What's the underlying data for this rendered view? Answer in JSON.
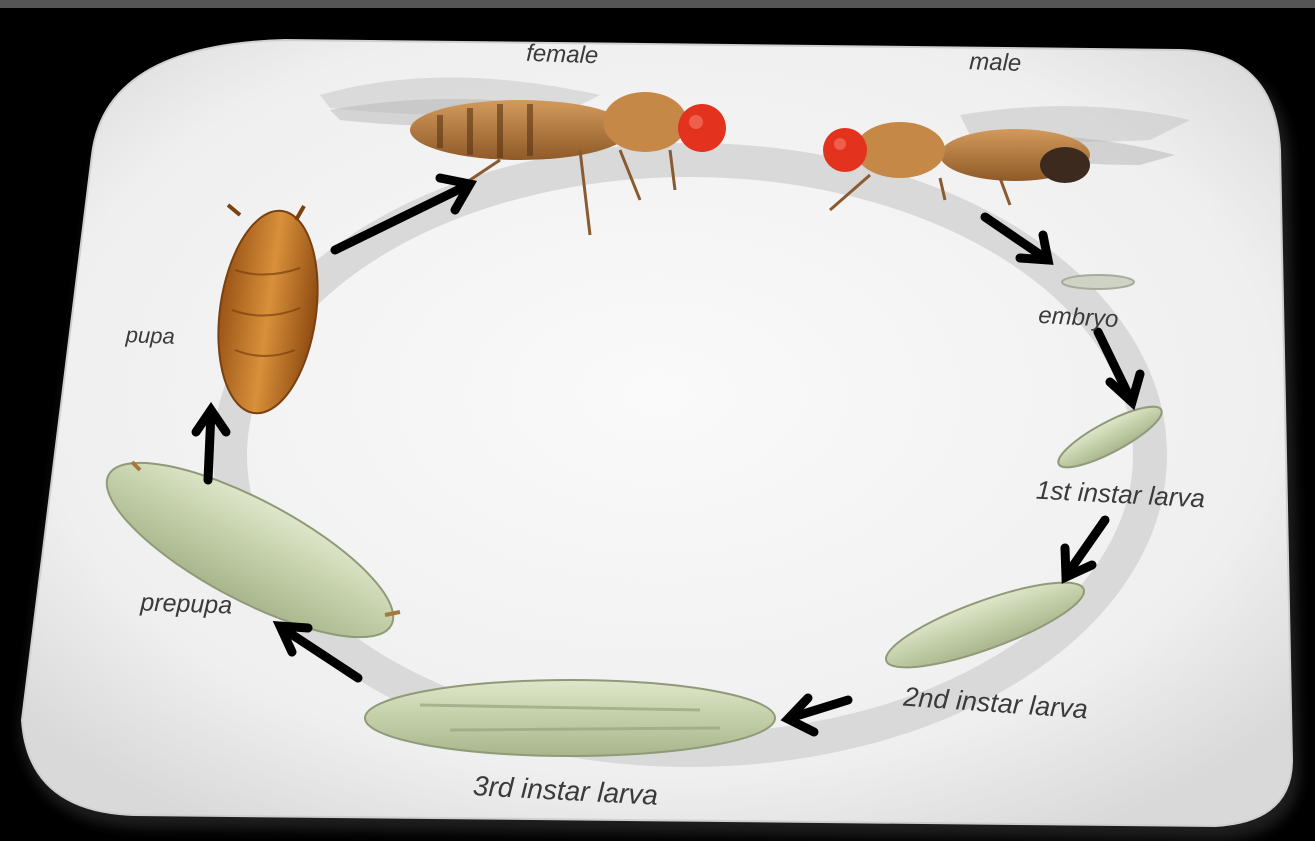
{
  "diagram": {
    "stages": {
      "female": "female",
      "male": "male",
      "embryo": "embryo",
      "first_instar": "1st instar larva",
      "second_instar": "2nd instar larva",
      "third_instar": "3rd instar larva",
      "prepupa": "prepupa",
      "pupa": "pupa"
    },
    "colors": {
      "card": "#f3f3f3",
      "ring": "#d6d6d6",
      "label": "#3a3a3a",
      "fly_body": "#b9773a",
      "fly_eye": "#e3331f",
      "larva": "#c9d3b2",
      "pupa": "#c47a24",
      "arrow": "#000000"
    }
  }
}
